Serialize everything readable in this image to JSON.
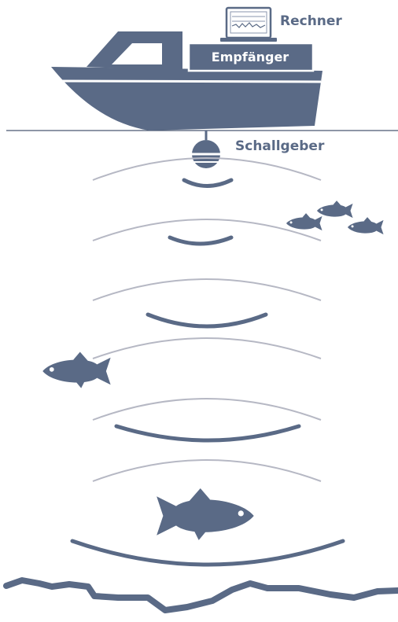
{
  "labels": {
    "computer": "Rechner",
    "receiver": "Empfänger",
    "transducer": "Schallgeber"
  },
  "colors": {
    "primary": "#5a6a86",
    "wave": "#b6b8c4",
    "background": "#ffffff"
  }
}
